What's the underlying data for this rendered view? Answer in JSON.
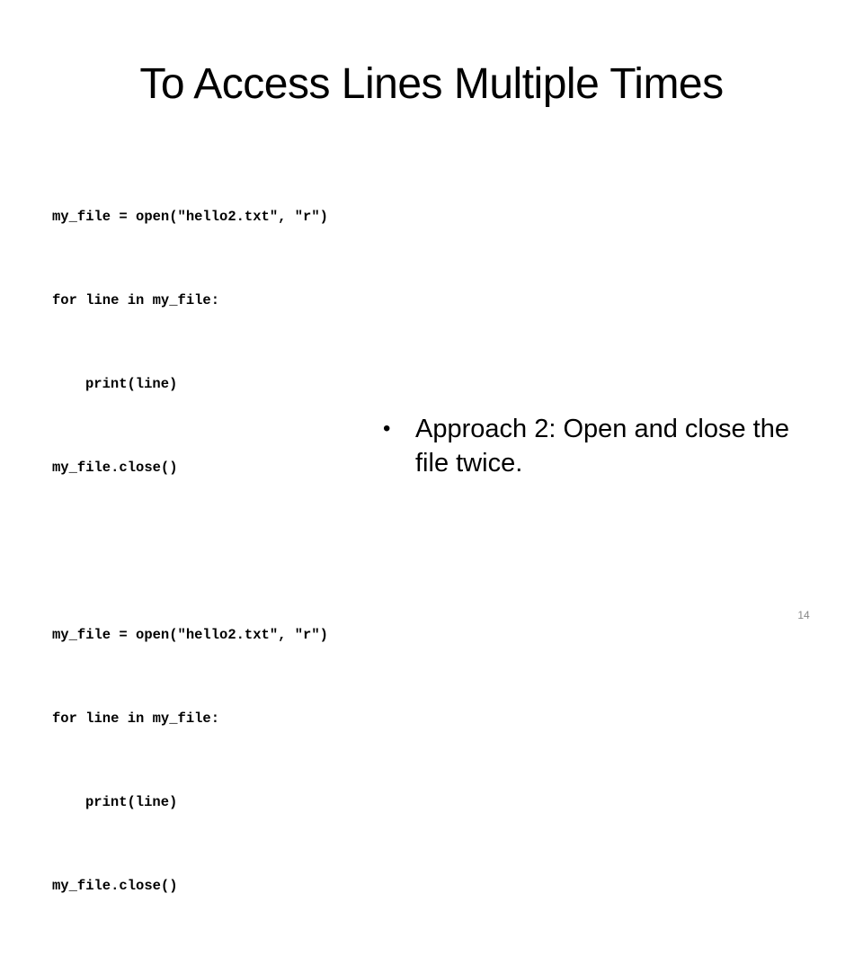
{
  "slide": {
    "title": "To Access Lines Multiple Times",
    "code": [
      {
        "text": "my_file = open(\"hello2.txt\", \"r\")",
        "indent": false
      },
      {
        "text": "for line in my_file:",
        "indent": false
      },
      {
        "text": "print(line)",
        "indent": true
      },
      {
        "text": "my_file.close()",
        "indent": false
      },
      {
        "text": "",
        "indent": false
      },
      {
        "text": "my_file = open(\"hello2.txt\", \"r\")",
        "indent": false
      },
      {
        "text": "for line in my_file:",
        "indent": false
      },
      {
        "text": "print(line)",
        "indent": true
      },
      {
        "text": "my_file.close()",
        "indent": false
      }
    ],
    "bullets": [
      "Approach 2: Open and close the file twice."
    ],
    "bullet_glyph": "•",
    "page_number": "14"
  }
}
